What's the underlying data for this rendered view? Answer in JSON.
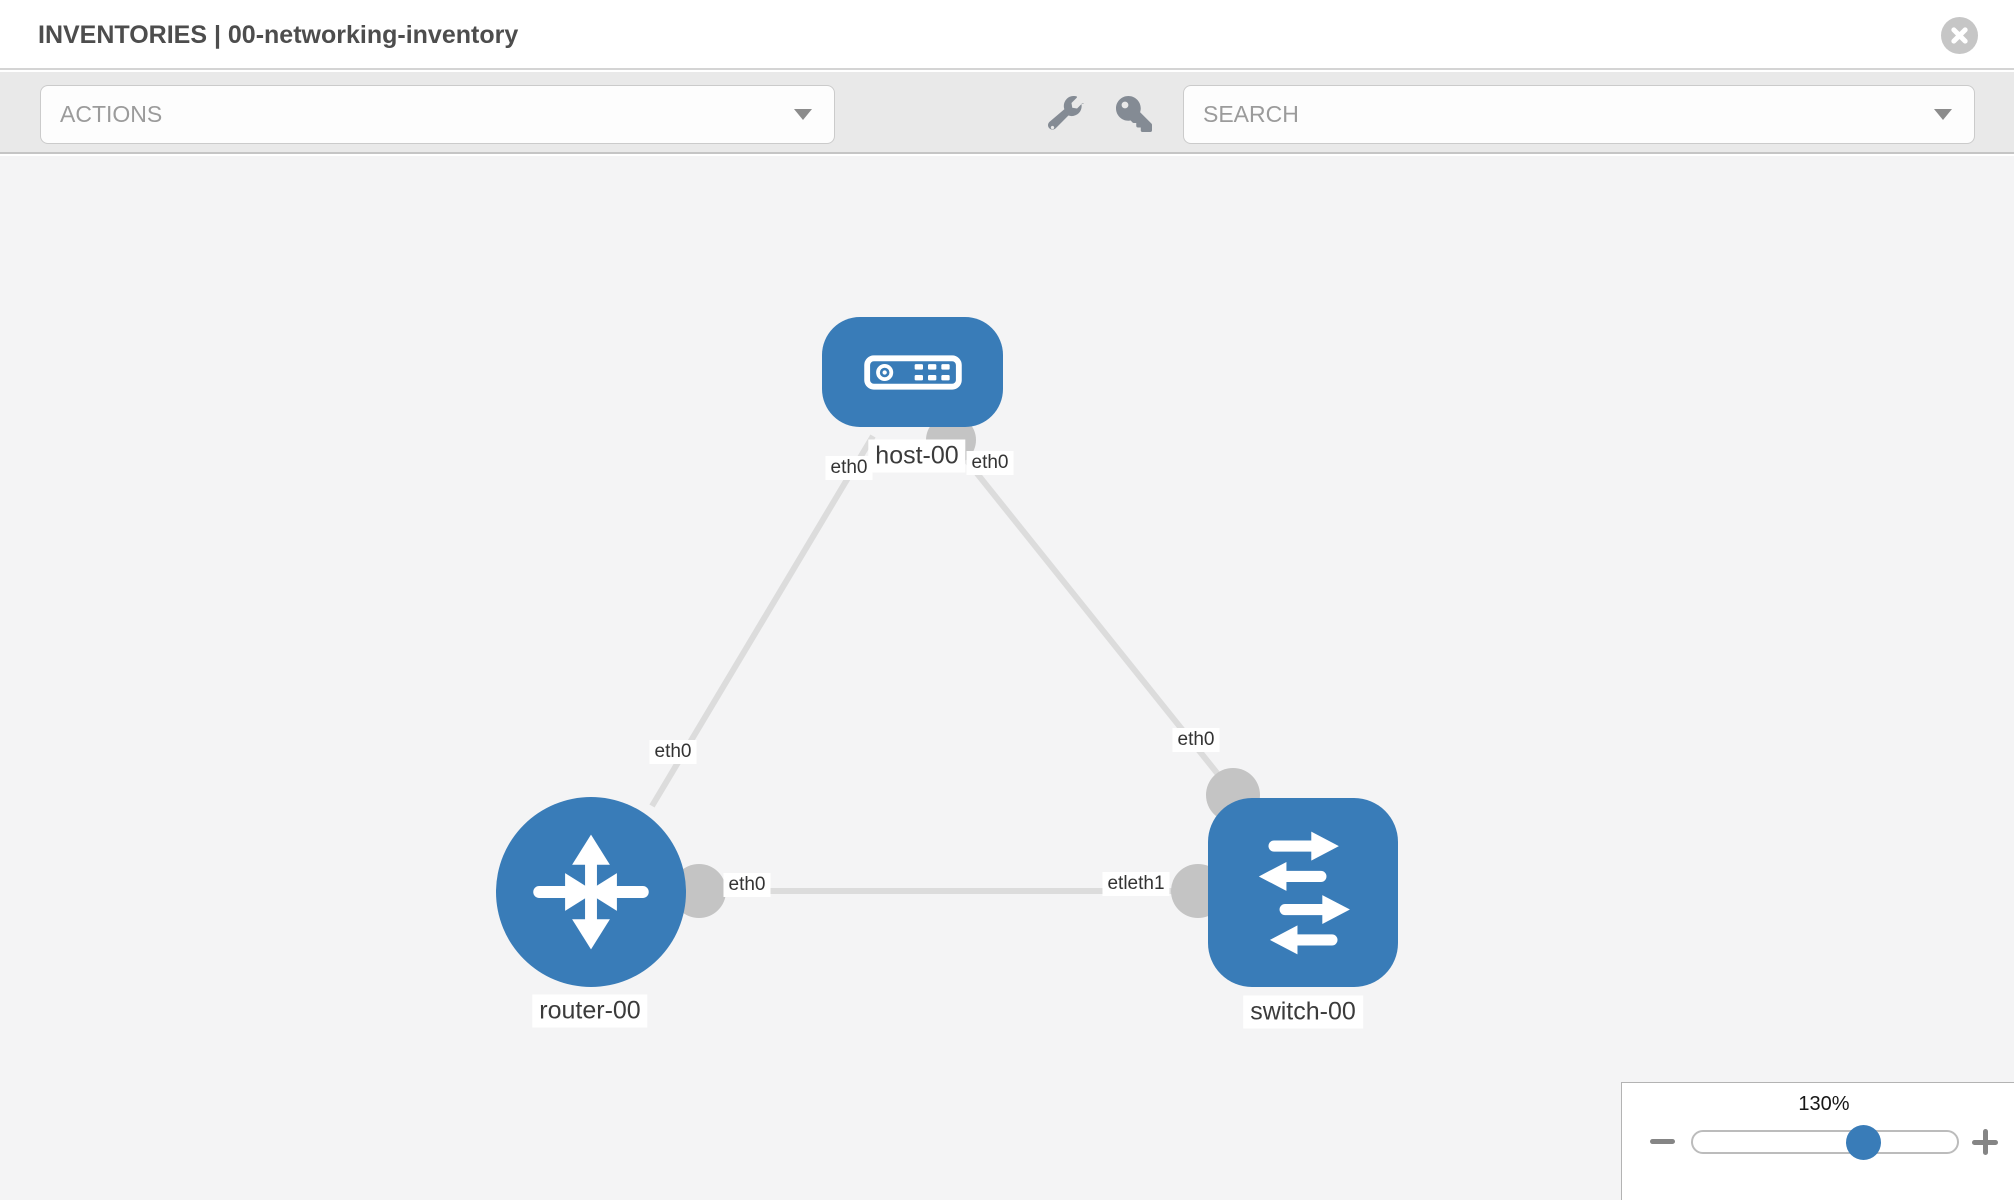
{
  "window": {
    "title": "INVENTORIES | 00-networking-inventory"
  },
  "toolbar": {
    "actions_label": "ACTIONS",
    "search_label": "SEARCH",
    "icons": [
      "wrench-icon",
      "key-icon"
    ]
  },
  "canvas": {
    "nodes": {
      "host": {
        "label": "host-00",
        "type": "host"
      },
      "router": {
        "label": "router-00",
        "type": "router"
      },
      "switch": {
        "label": "switch-00",
        "type": "switch"
      }
    },
    "iface_labels": {
      "host_left": "eth0",
      "host_right": "eth0",
      "router_top": "eth0",
      "router_right": "eth0",
      "switch_top": "eth0",
      "switch_left_overlap": "etleth1"
    },
    "links": [
      {
        "from": "host-00",
        "to": "router-00"
      },
      {
        "from": "host-00",
        "to": "switch-00"
      },
      {
        "from": "router-00",
        "to": "switch-00"
      }
    ]
  },
  "zoom_control": {
    "level": "130%"
  },
  "colors": {
    "node_blue": "#397cb8",
    "port_gray": "#c4c4c4",
    "link_gray": "#dcdcdc",
    "canvas_bg": "#f4f4f5",
    "toolbar_bg": "#e9e9e9",
    "close_circle": "#c6c6c6",
    "label_text": "#3b3b3b"
  }
}
